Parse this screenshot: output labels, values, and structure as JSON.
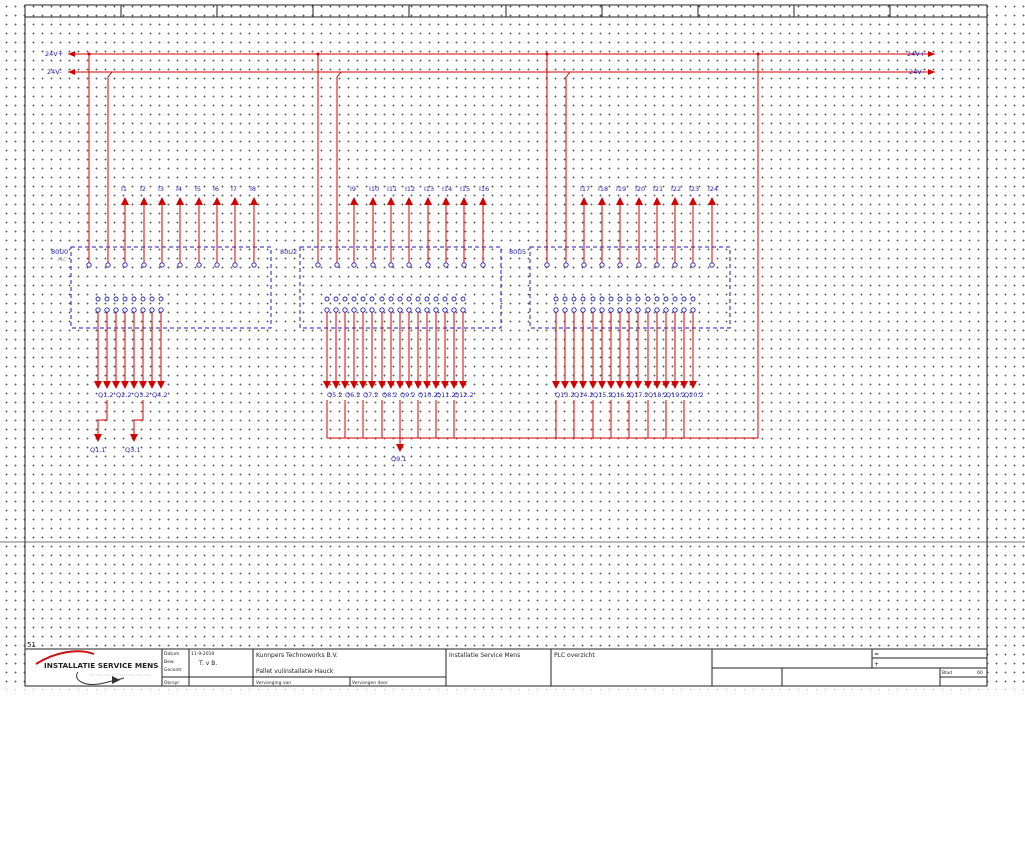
{
  "colors": {
    "wire": "#d40000",
    "label": "#2323b8",
    "module_outline": "#1a1ad0",
    "frame": "#222222",
    "logo_red": "#cc1111"
  },
  "rails": {
    "positive_label": "24V+",
    "negative_label": "24V-"
  },
  "modules": [
    {
      "tag": "80U0",
      "subtitle": "PLC",
      "inputs": [
        "I1",
        "I2",
        "I3",
        "I4",
        "I5",
        "I6",
        "I7",
        "I8"
      ],
      "outputs": [
        "Q1.2",
        "Q2.2",
        "Q3.2",
        "Q4.2"
      ]
    },
    {
      "tag": "80U2",
      "subtitle": "",
      "inputs": [
        "I9",
        "I10",
        "I11",
        "I12",
        "I13",
        "I14",
        "I15",
        "I16"
      ],
      "outputs": [
        "Q5.2",
        "Q6.2",
        "Q7.2",
        "Q8.2",
        "Q9.2",
        "Q10.2",
        "Q11.2",
        "Q12.2"
      ]
    },
    {
      "tag": "80U5",
      "subtitle": "",
      "inputs": [
        "I17",
        "I18",
        "I19",
        "I20",
        "I21",
        "I22",
        "I23",
        "I24"
      ],
      "outputs": [
        "Q13.2",
        "Q14.2",
        "Q15.2",
        "Q16.2",
        "Q17.2",
        "Q18.2",
        "Q19.2",
        "Q20.2"
      ]
    }
  ],
  "merged_outputs": [
    "Q1.1",
    "Q3.1",
    "Q9.1"
  ],
  "page_number": "51",
  "title_block": {
    "logo_text": "INSTALLATIE SERVICE MENS",
    "date_label": "Datum",
    "date_value": "11-9-2019",
    "edit_label": "Bew.",
    "editor_value": "T. v B.",
    "checked_label": "Gecontr",
    "original_label": "Oorspr",
    "company": "Kunnpers Technoworks B.V.",
    "project": "Pallet vulinstallatie Hauck",
    "replacement_of": "Vervanging van",
    "replaced_by": "Vervangen door",
    "installation": "Installatie Service Mens",
    "sheet_title": "PLC overzicht",
    "sheet_marker_1": "=",
    "sheet_marker_2": "+",
    "sheet_label": "Blad",
    "sheet_number": "60"
  }
}
